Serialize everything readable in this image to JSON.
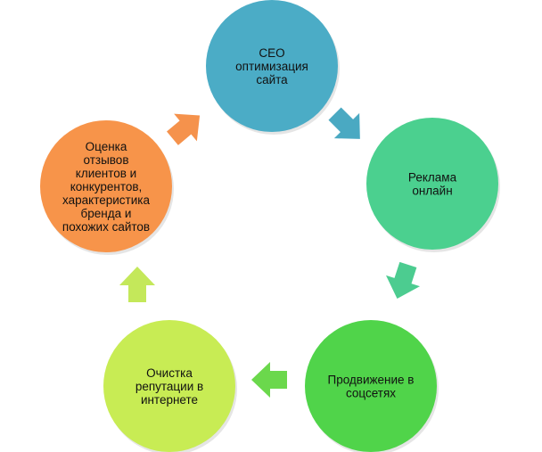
{
  "diagram": {
    "nodes": [
      {
        "id": "seo",
        "lines": [
          "СЕО",
          "оптимизация",
          "сайта"
        ],
        "color": "#4bacc6"
      },
      {
        "id": "ads",
        "lines": [
          "Реклама",
          "онлайн"
        ],
        "color": "#4bd08f"
      },
      {
        "id": "social",
        "lines": [
          "Продвижение в",
          "соцсетях"
        ],
        "color": "#50d44a"
      },
      {
        "id": "reputation",
        "lines": [
          "Очистка",
          "репутации в",
          "интернете"
        ],
        "color": "#c8ec54"
      },
      {
        "id": "reviews",
        "lines": [
          "Оценка",
          "отзывов",
          "клиентов и",
          "конкурентов,",
          "характеристика",
          "бренда и",
          "похожих сайтов"
        ],
        "color": "#f7944a"
      }
    ],
    "arrows": [
      {
        "from": "seo",
        "to": "ads",
        "color": "#4aa9c2"
      },
      {
        "from": "ads",
        "to": "social",
        "color": "#4ccc90"
      },
      {
        "from": "social",
        "to": "reputation",
        "color": "#6bd84c"
      },
      {
        "from": "reputation",
        "to": "reviews",
        "color": "#c4e85a"
      },
      {
        "from": "reviews",
        "to": "seo",
        "color": "#f5924c"
      }
    ]
  }
}
